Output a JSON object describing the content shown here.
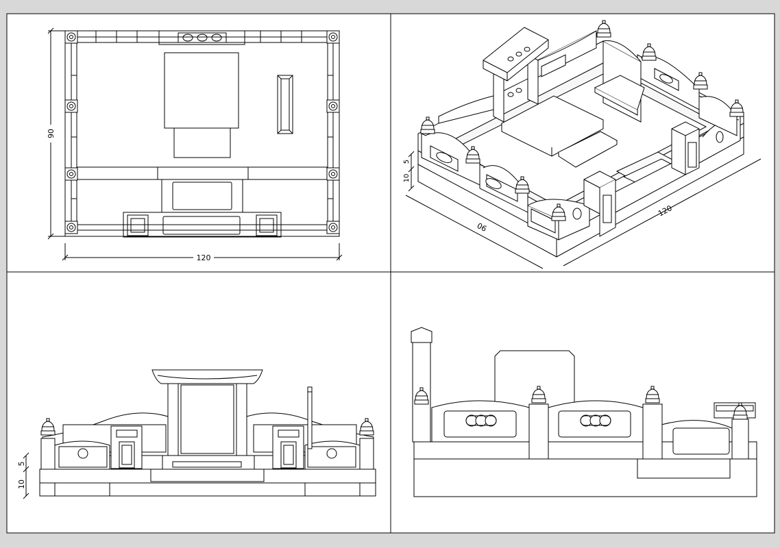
{
  "sheet": {
    "views": [
      {
        "name": "plan-view"
      },
      {
        "name": "isometric-view"
      },
      {
        "name": "front-elevation"
      },
      {
        "name": "side-elevation"
      }
    ]
  },
  "plan": {
    "dim_width": "120",
    "dim_depth": "90"
  },
  "isometric": {
    "dim_width": "120",
    "dim_depth": "90",
    "dim_base": "10",
    "dim_step": "5"
  },
  "front": {
    "dim_base": "10",
    "dim_step": "5"
  }
}
